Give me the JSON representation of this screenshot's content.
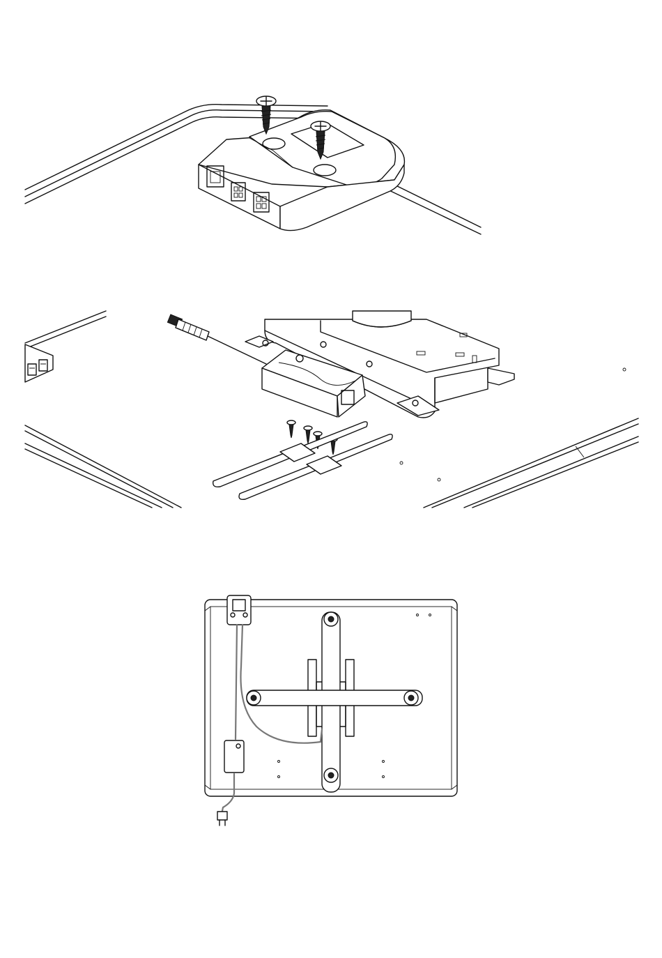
{
  "figure": {
    "type": "assembly-instruction-drawing",
    "steps": [
      {
        "id": "mount-control-box",
        "caption": ""
      },
      {
        "id": "attach-power-supply-and-straps",
        "caption": ""
      },
      {
        "id": "cable-routing-bottom-view",
        "caption": ""
      }
    ],
    "line_color": "#111111",
    "cable_color": "#777777",
    "background_color": "#ffffff"
  }
}
